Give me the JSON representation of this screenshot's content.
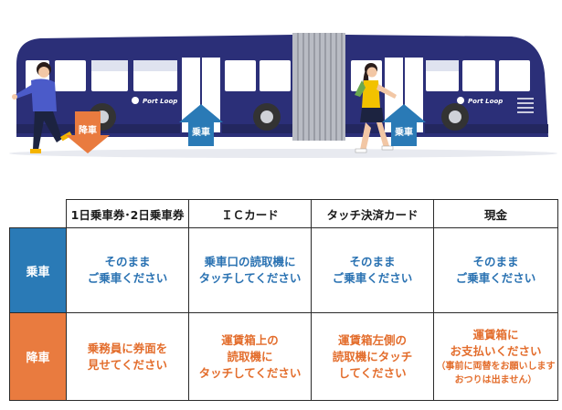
{
  "scene": {
    "bus_logo": "Port Loop",
    "alight_arrow_label": "降車",
    "board_arrow_label_front": "乗車",
    "board_arrow_label_rear": "乗車"
  },
  "colors": {
    "bus_navy": "#2b2f78",
    "board_blue": "#2a7ab6",
    "alight_orange": "#e97b3f"
  },
  "table": {
    "headers": [
      "1日乗車券･2日乗車券",
      "ＩＣカード",
      "タッチ決済カード",
      "現金"
    ],
    "rows": [
      {
        "label": "乗車",
        "cells": [
          [
            "そのまま",
            "ご乗車ください"
          ],
          [
            "乗車口の読取機に",
            "タッチしてください"
          ],
          [
            "そのまま",
            "ご乗車ください"
          ],
          [
            "そのまま",
            "ご乗車ください"
          ]
        ]
      },
      {
        "label": "降車",
        "cells": [
          [
            "乗務員に券面を",
            "見せてください"
          ],
          [
            "運賃箱上の",
            "読取機に",
            "タッチしてください"
          ],
          [
            "運賃箱左側の",
            "読取機にタッチ",
            "してください"
          ],
          [
            "運賃箱に",
            "お支払いください"
          ]
        ],
        "cash_note": [
          "（事前に両替をお願いします",
          "おつりは出ません）"
        ]
      }
    ]
  }
}
